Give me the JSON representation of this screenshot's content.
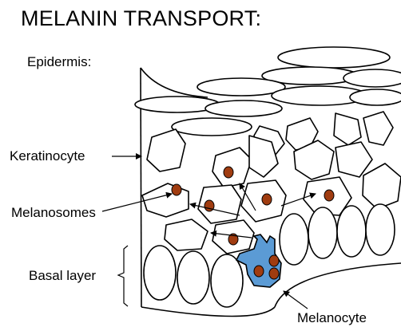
{
  "title": "MELANIN TRANSPORT:",
  "labels": {
    "epidermis": "Epidermis:",
    "keratinocyte": "Keratinocyte",
    "melanosomes": "Melanosomes",
    "basal_layer": "Basal layer",
    "melanocyte": "Melanocyte"
  },
  "colors": {
    "melanosome_fill": "#a03c10",
    "melanocyte_fill": "#5b9bd5",
    "outline": "#000000",
    "background": "#ffffff"
  }
}
